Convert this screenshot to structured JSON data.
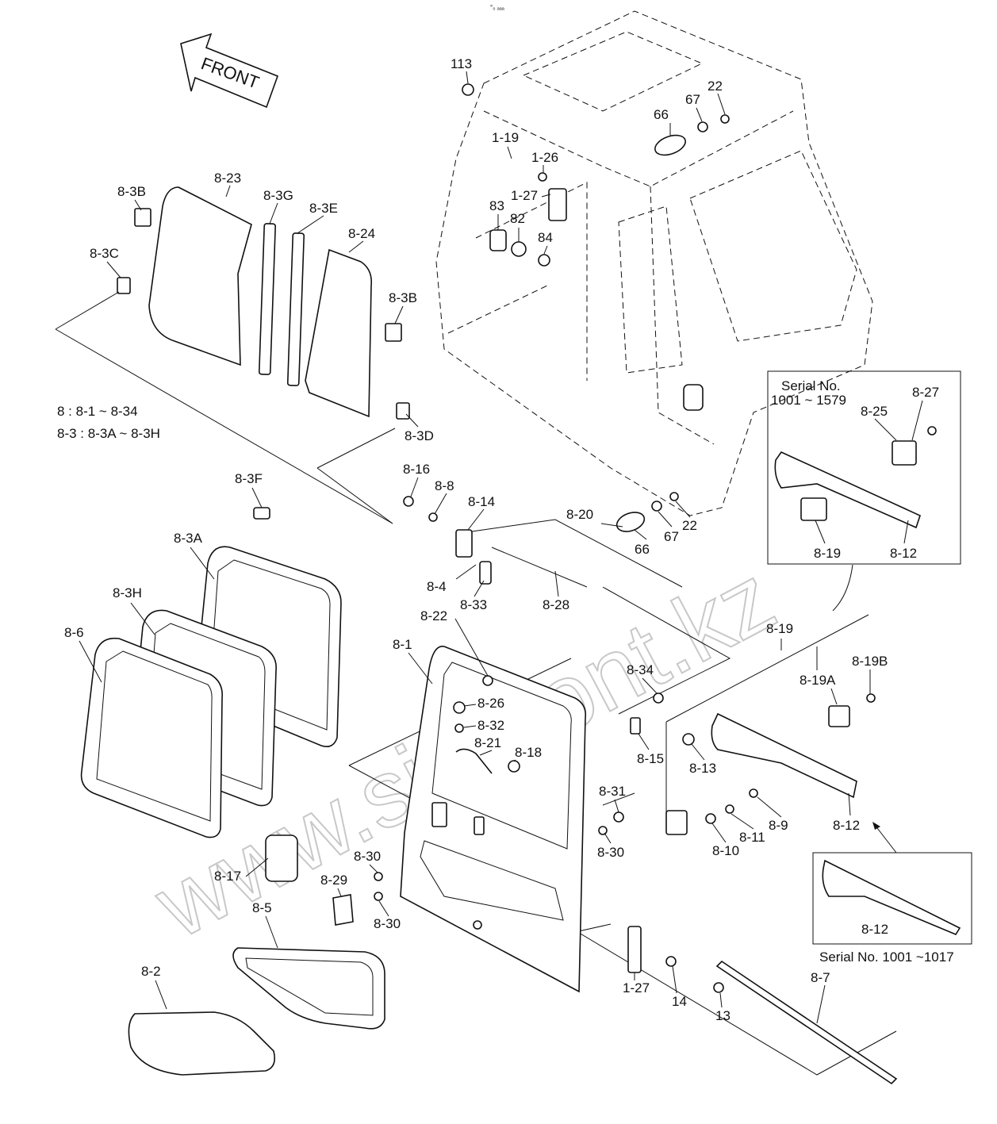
{
  "top_mark": "°₀ ₐₐₐ",
  "front_arrow_label": "FRONT",
  "legend": {
    "line1": "8 : 8-1 ~ 8-34",
    "line2": "8-3 : 8-3A ~ 8-3H"
  },
  "watermark": "www.sinkront.kz",
  "inset_top": {
    "title_line1": "Serial No.",
    "title_line2": "1001 ~ 1579"
  },
  "inset_bottom": {
    "caption": "Serial No. 1001 ~1017"
  },
  "labels": [
    "113",
    "22",
    "67",
    "66",
    "1-19",
    "1-26",
    "1-27",
    "83",
    "82",
    "84",
    "8-3B",
    "8-23",
    "8-3G",
    "8-3E",
    "8-24",
    "8-3C",
    "8-3B",
    "8-3D",
    "8-16",
    "8-8",
    "8-14",
    "8-20",
    "67",
    "22",
    "66",
    "8-4",
    "8-33",
    "8-28",
    "8-3F",
    "8-3A",
    "8-3H",
    "8-6",
    "8-22",
    "8-1",
    "8-26",
    "8-32",
    "8-21",
    "8-18",
    "8-34",
    "8-15",
    "8-31",
    "8-30",
    "8-30",
    "8-29",
    "8-30",
    "8-17",
    "8-5",
    "8-2",
    "1-27",
    "14",
    "13",
    "8-7",
    "8-19",
    "8-19A",
    "8-19B",
    "8-13",
    "8-9",
    "8-11",
    "8-10",
    "8-12",
    "8-27",
    "8-25",
    "8-19",
    "8-12",
    "8-12"
  ]
}
